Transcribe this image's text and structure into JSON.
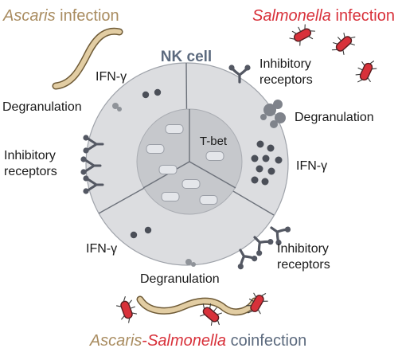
{
  "titles": {
    "top_left": {
      "italic": "Ascaris",
      "rest": " infection"
    },
    "top_right": {
      "italic": "Salmonella",
      "rest": " infection"
    },
    "bottom": {
      "part1": "Ascaris",
      "dash": "-",
      "part2": "Salmonella",
      "rest": " coinfection"
    }
  },
  "cell": {
    "name": "NK cell",
    "nucleus_label": "T-bet"
  },
  "labels": {
    "ascaris": {
      "ifng": "IFN-γ",
      "degranulation": "Degranulation",
      "inhibitory_line1": "Inhibitory",
      "inhibitory_line2": "receptors"
    },
    "salmonella": {
      "inhibitory_line1": "Inhibitory",
      "inhibitory_line2": "receptors",
      "degranulation": "Degranulation",
      "ifng": "IFN-γ"
    },
    "coinfection": {
      "ifng": "IFN-γ",
      "degranulation": "Degranulation",
      "inhibitory_line1": "Inhibitory",
      "inhibitory_line2": "receptors"
    }
  },
  "colors": {
    "ascaris": "#a98c60",
    "salmonella": "#d8313a",
    "coinfection_rest": "#5c6a7e",
    "cell_fill": "#dcdde0",
    "nucleus_fill": "#c6c8cc",
    "granule": "#4b4f58",
    "receptor": "#545863"
  }
}
